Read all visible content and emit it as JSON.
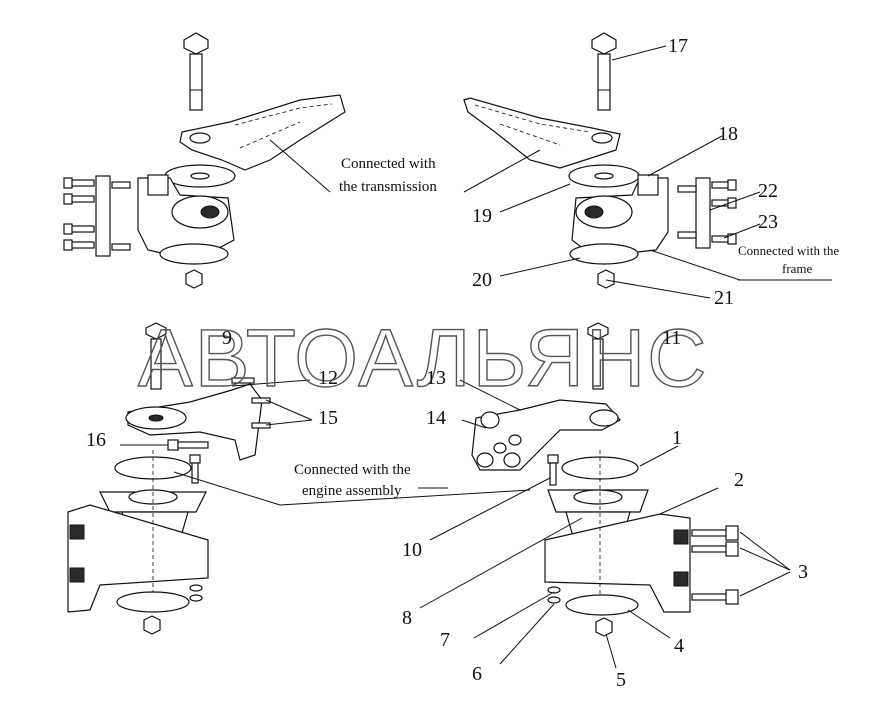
{
  "watermark": "АВТОАЛЬЯНС",
  "notes": {
    "transmission_line1": "Connected with",
    "transmission_line2": "the transmission",
    "frame_line1": "Connected with the",
    "frame_line2": "frame",
    "engine_line1": "Connected with the",
    "engine_line2": "engine assembly"
  },
  "callouts": [
    "1",
    "2",
    "3",
    "4",
    "5",
    "6",
    "7",
    "8",
    "9",
    "10",
    "11",
    "12",
    "13",
    "14",
    "15",
    "16",
    "17",
    "18",
    "19",
    "20",
    "21",
    "22",
    "23"
  ]
}
